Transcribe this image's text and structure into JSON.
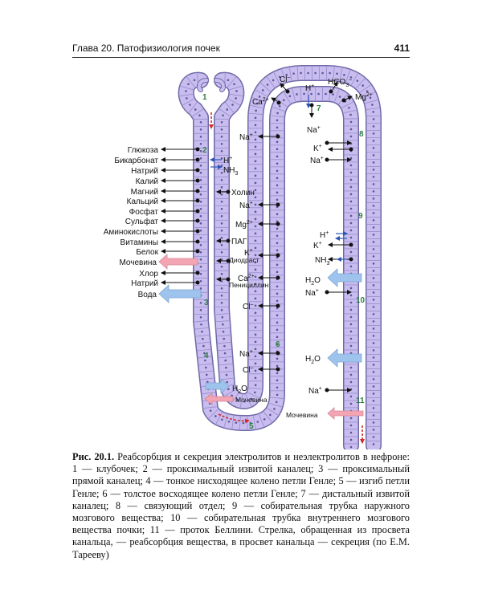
{
  "header": {
    "chapter": "Глава 20. Патофизиология почек",
    "page": "411"
  },
  "left_labels": [
    "Глюкоза",
    "Бикарбонат",
    "Натрий",
    "Калий",
    "Магний",
    "Кальций",
    "Фосфат",
    "Сульфат",
    "Аминокислоты",
    "Витамины",
    "Белок",
    "Мочевина",
    "Хлор",
    "Натрий",
    "Вода"
  ],
  "segment_numbers": [
    "1",
    "2",
    "3",
    "4",
    "5",
    "6",
    "7",
    "8",
    "9",
    "10",
    "11"
  ],
  "labels": {
    "h_plus": "H",
    "plus": "+",
    "nh3": "NH",
    "three": "3",
    "cholin": "Холин",
    "pag": "ПАГ",
    "diodrast": "Диодраст",
    "penicillin": "Пенициллин",
    "na": "Na",
    "mg": "Mg",
    "two_plus": "2+",
    "k": "K",
    "ca": "Ca",
    "cl": "Cl",
    "minus": "–",
    "hco": "HCO",
    "h2o_h": "H",
    "h2o_2": "2",
    "h2o_o": "O",
    "urea": "Мочевина"
  },
  "caption": {
    "lead": "Рис. 20.1.",
    "text": "Реабсорбция и секреция электролитов и неэлектролитов в нефроне: 1 — клубочек; 2 — проксимальный извитой каналец; 3 — проксимальный прямой каналец; 4 — тонкое нисходящее колено петли Генле; 5 — изгиб петли Генле; 6 — толстое восходящее колено петли Генле; 7 — дистальный извитой каналец; 8 — связующий отдел; 9 — собирательная трубка наружного мозгового вещества; 10 — собирательная трубка внутреннего мозгового вещества почки; 11 — проток Беллини. Стрелка, обращенная из просвета канальца, — реабсорбция вещества, в просвет канальца — секреция (по Е.М. Тарееву)"
  },
  "colors": {
    "tube": "#c9bdf0",
    "tube_stroke": "#6e6aa6",
    "blue_arrow": "#9ec3ec",
    "pink_arrow": "#f3a5b3",
    "green": "#2f7d43",
    "red": "#d42a2a",
    "blue": "#2d55b4"
  }
}
